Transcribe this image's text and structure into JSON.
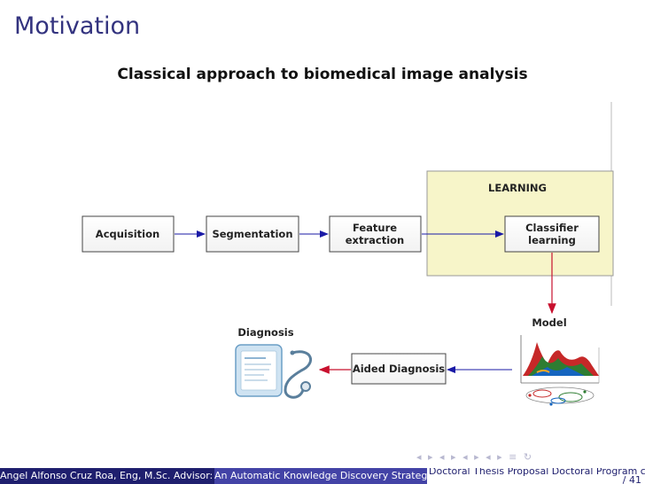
{
  "frame_title": "Motivation",
  "subtitle": "Classical approach to biomedical image analysis",
  "diagram": {
    "learning_label": "LEARNING",
    "boxes": {
      "acquisition": "Acquisition",
      "segmentation": "Segmentation",
      "feature_line1": "Feature",
      "feature_line2": "extraction",
      "classifier_line1": "Classifier",
      "classifier_line2": "learning",
      "aided": "Aided Diagnosis"
    },
    "model_label": "Model",
    "diagnosis_label": "Diagnosis",
    "colors": {
      "arrow_blue": "#1a1aa6",
      "arrow_red": "#c8102e",
      "learning_fill": "#f7f5c9",
      "learning_border": "#999999"
    }
  },
  "footer": {
    "author": "Angel Alfonso Cruz Roa, Eng, M.Sc. Advisor:",
    "title": "An Automatic Knowledge Discovery Strategy",
    "program": "Doctoral Thesis Proposal Doctoral Program c",
    "page": "/ 41"
  },
  "nav_symbols": "◂ ▸ ◂ ▸ ◂ ▸ ◂ ▸ ≡ ↻"
}
